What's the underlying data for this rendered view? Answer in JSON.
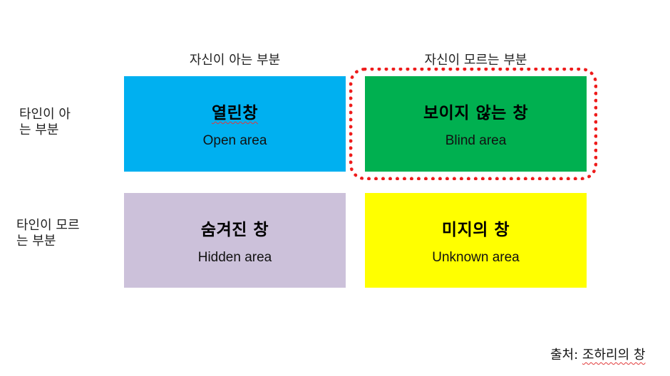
{
  "diagram": {
    "title": "조하리의 창",
    "column_headers": [
      "자신이 아는 부분",
      "자신이 모르는 부분"
    ],
    "row_headers": [
      {
        "line1": "타인이 아",
        "line2": "는 부분"
      },
      {
        "line1": "타인이 모르",
        "line2": "는 부분"
      }
    ],
    "quadrants": [
      {
        "ko": "열린창",
        "en": "Open area",
        "color": "#00b0f0"
      },
      {
        "ko": "보이지 않는 창",
        "en": "Blind area",
        "color": "#00b050",
        "highlighted": true
      },
      {
        "ko": "숨겨진 창",
        "en": "Hidden area",
        "color": "#ccc1da"
      },
      {
        "ko": "미지의 창",
        "en": "Unknown area",
        "color": "#ffff00"
      }
    ],
    "highlight_color": "#ee1c1c",
    "source_prefix": "출처: ",
    "source_name": "조하리의 창"
  }
}
